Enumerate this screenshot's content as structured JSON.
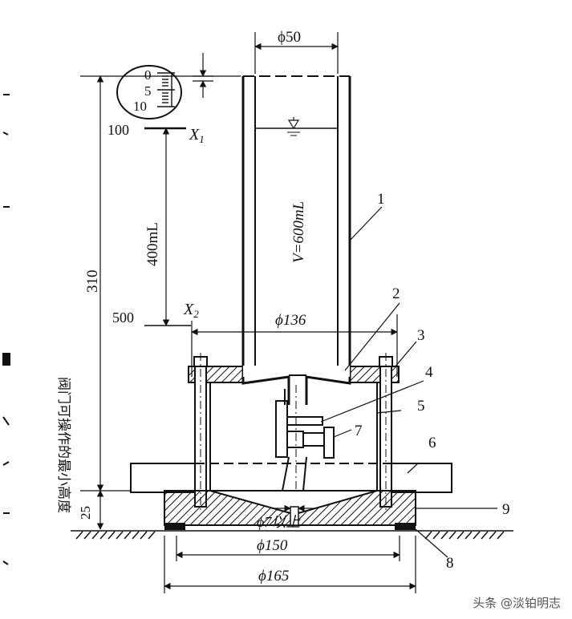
{
  "dimensions": {
    "top_diameter": "ϕ50",
    "flange_span": "ϕ136",
    "bottom_inner": "ϕ150",
    "bottom_outer": "ϕ165",
    "outlet": "ϕ7以上",
    "total_height": "310",
    "base_height": "25",
    "volume_span": "400mL",
    "volume": "V=600mL"
  },
  "scale_marks": {
    "m0": "0",
    "m5": "5",
    "m10": "10",
    "mark_100": "100",
    "mark_500": "500",
    "x1": "X",
    "x1_sub": "1",
    "x2": "X",
    "x2_sub": "2"
  },
  "vertical_note": "阀门可操作的最小高度",
  "part_labels": [
    "1",
    "2",
    "3",
    "4",
    "5",
    "6",
    "7",
    "8",
    "9"
  ],
  "watermark": "头条 @淡铂明志"
}
